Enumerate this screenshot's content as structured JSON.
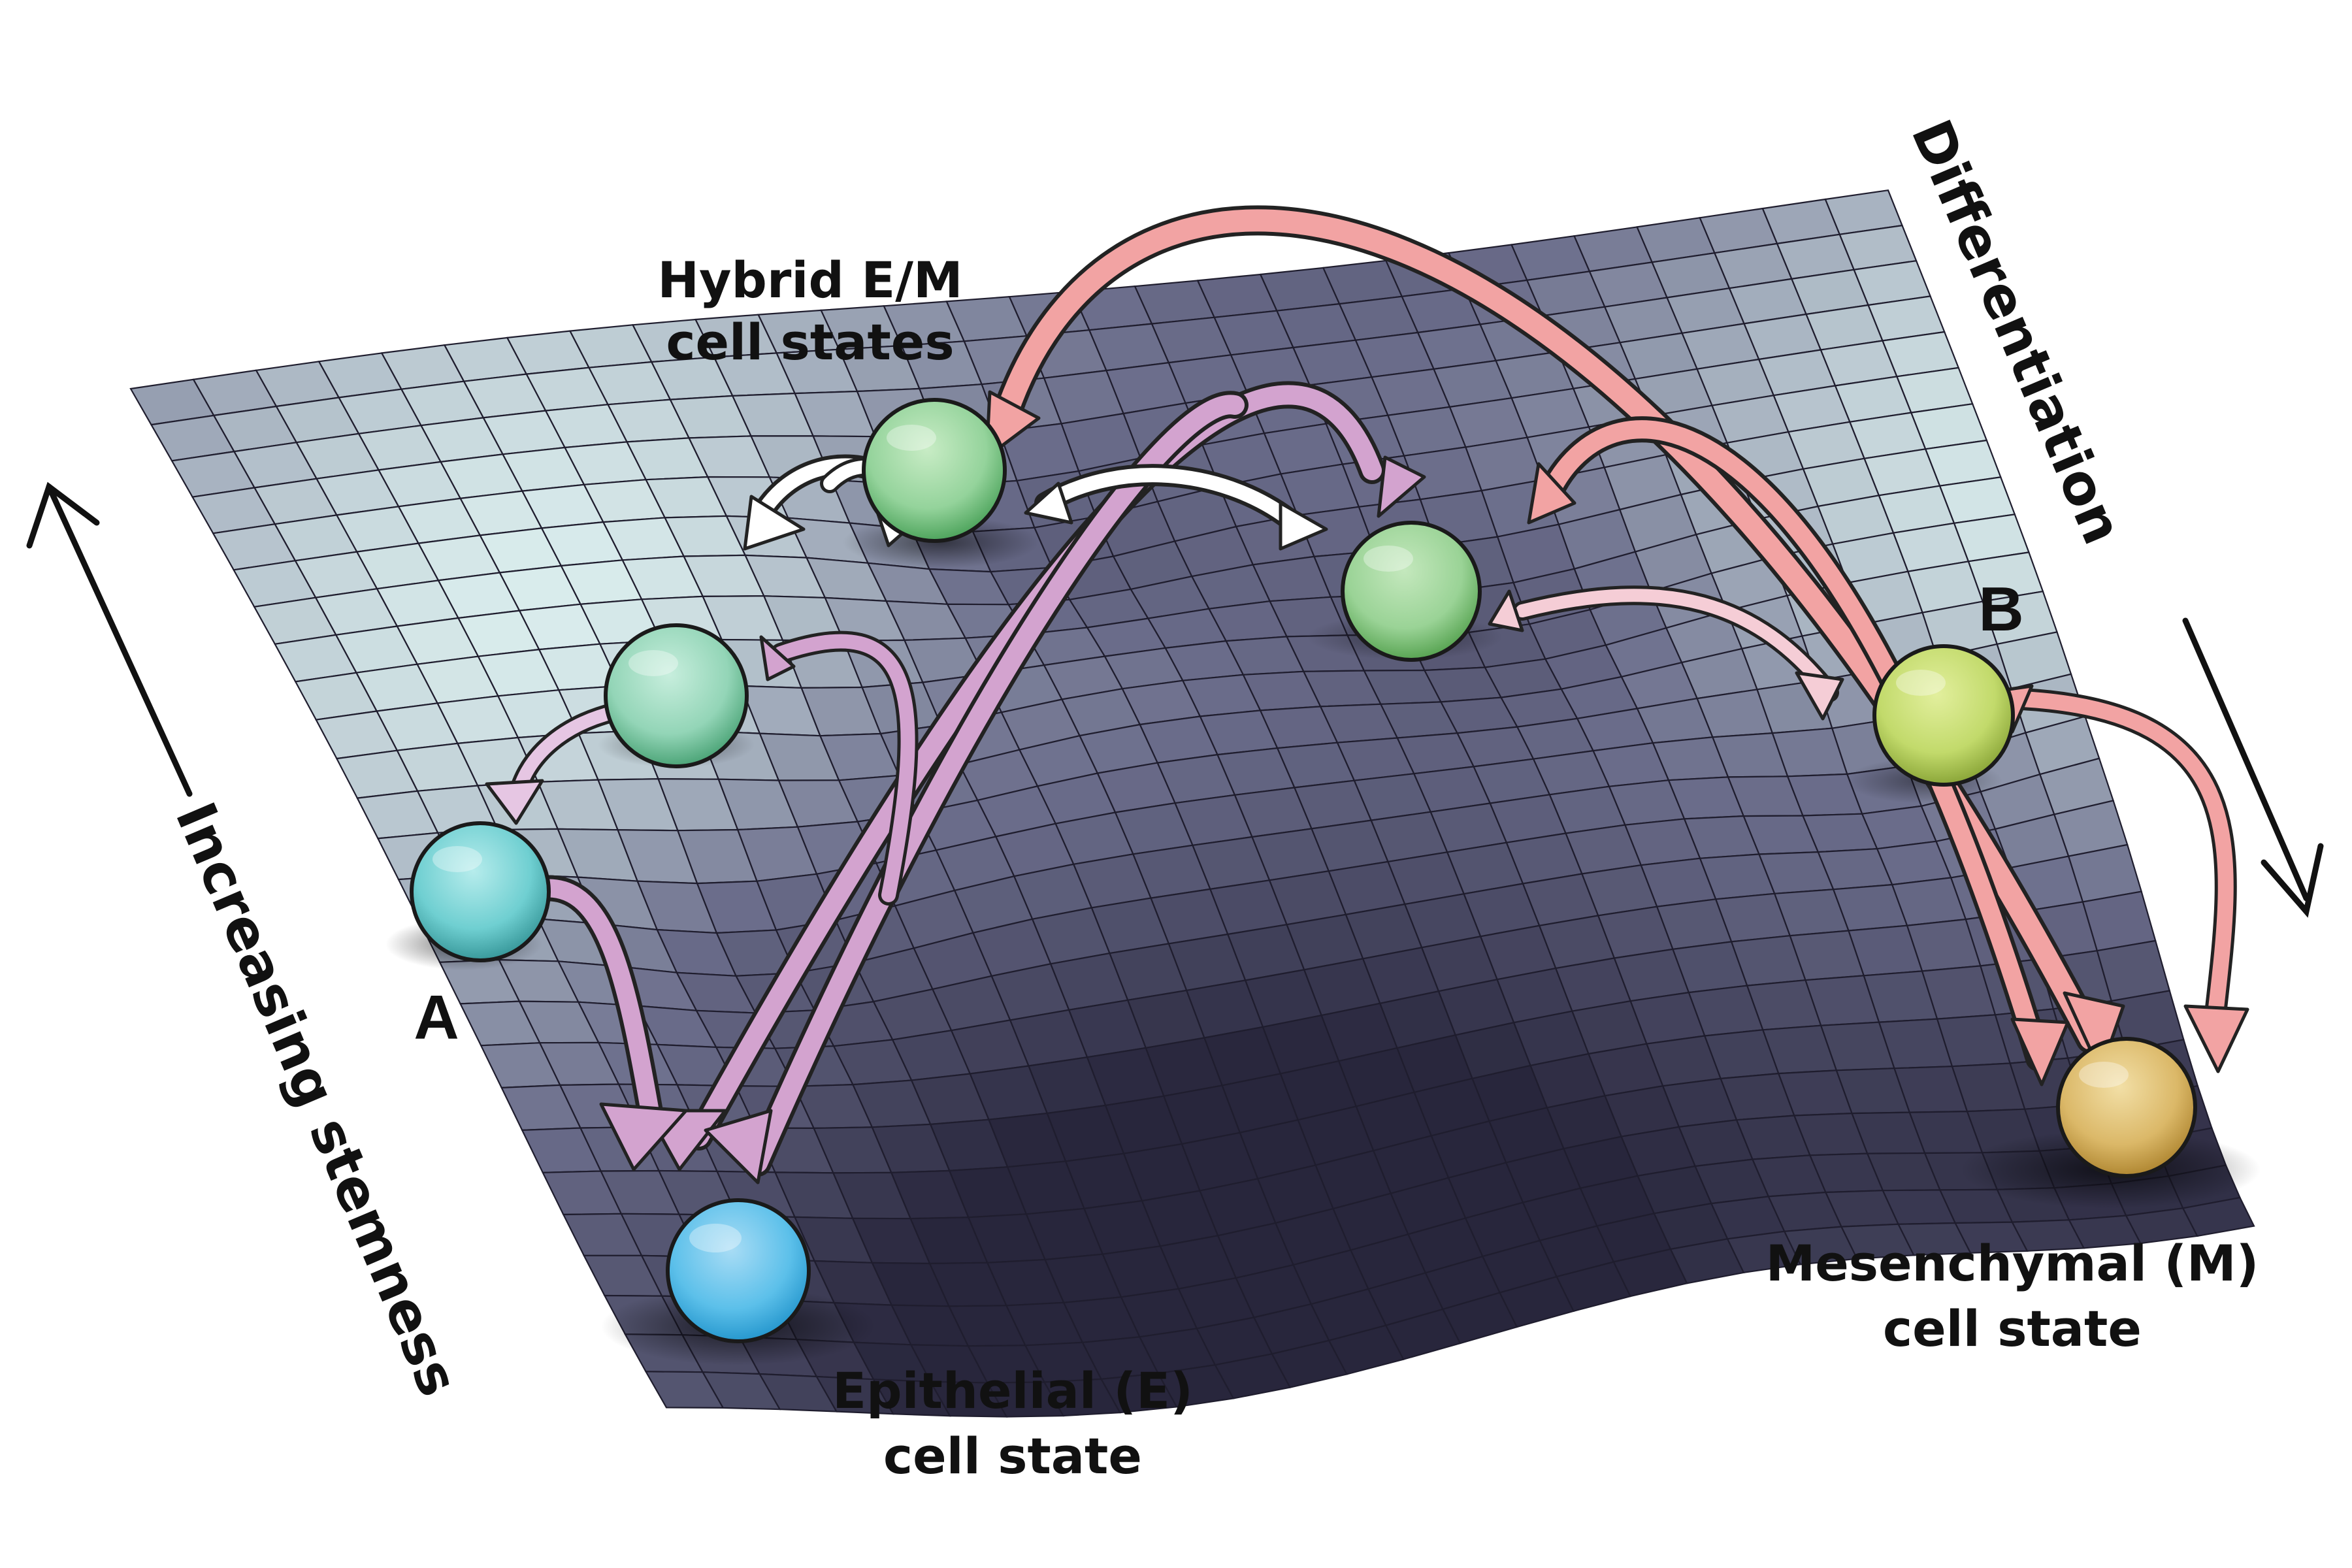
{
  "labels": {
    "hybrid_line1": "Hybrid E/M",
    "hybrid_line2": "cell states",
    "differentiation": "Differentiation",
    "stemness": "Increasing stemness",
    "marker_a": "A",
    "marker_b": "B",
    "epithelial_line1": "Epithelial (E)",
    "epithelial_line2": "cell state",
    "mesenchymal_line1": "Mesenchymal (M)",
    "mesenchymal_line2": "cell state"
  },
  "colors": {
    "surface_dark": "#2e2c45",
    "surface_mid": "#6a6c8a",
    "surface_light": "#d9ecec",
    "arrow_pink": "#f2a3a3",
    "arrow_lightpink": "#f5cdd6",
    "arrow_purple": "#d3a3cf",
    "arrow_white": "#ffffff",
    "ball_epithelial": "#4fb8e6",
    "ball_mesenchymal": "#d9b35c",
    "ball_b": "#b9d46a",
    "ball_a": "#5ec7c9",
    "ball_hybrid": "#8fcf95"
  }
}
